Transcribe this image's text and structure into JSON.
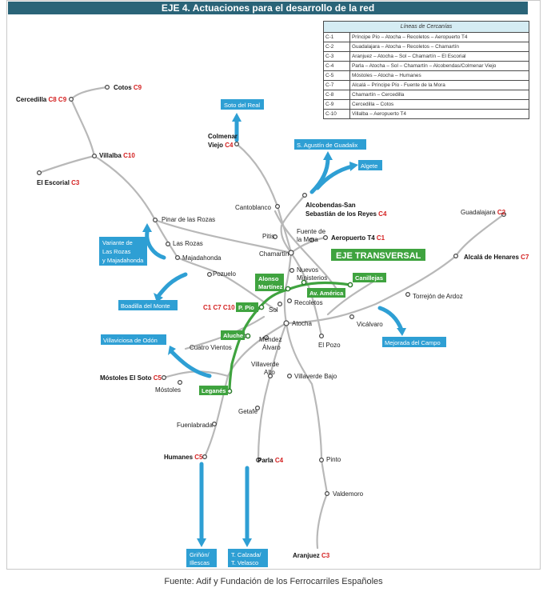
{
  "title": "EJE 4. Actuaciones para el desarrollo de la red",
  "legend": {
    "heading": "Líneas de Cercanías",
    "lines": [
      {
        "code": "C-1",
        "route": "Príncipe Pío – Atocha – Recoletos – Aeropuerto T4"
      },
      {
        "code": "C-2",
        "route": "Guadalajara – Atocha – Recoletos – Chamartín"
      },
      {
        "code": "C-3",
        "route": "Aranjuez – Atocha – Sol – Chamartín – El Escorial"
      },
      {
        "code": "C-4",
        "route": "Parla – Atocha – Sol – Chamartín – Alcobendas/Colmenar Viejo"
      },
      {
        "code": "C-5",
        "route": "Móstoles – Atocha – Humanes"
      },
      {
        "code": "C-7",
        "route": "Alcalá – Príncipe Pío - Fuente de la Mora"
      },
      {
        "code": "C-8",
        "route": "Chamartín – Cercedilla"
      },
      {
        "code": "C-9",
        "route": "Cercedilla – Cotos"
      },
      {
        "code": "C-10",
        "route": "Villalba – Aeropuerto T4"
      }
    ]
  },
  "stations": {
    "cotos": "Cotos",
    "cotos_line": "C9",
    "cercedilla": "Cercedilla",
    "cercedilla_lines": "C8 C9",
    "villalba": "Villalba",
    "villalba_line": "C10",
    "escorial": "El Escorial",
    "escorial_line": "C3",
    "colmenar_1": "Colmenar",
    "colmenar_2": "Viejo",
    "colmenar_line": "C4",
    "cantoblanco": "Cantoblanco",
    "alcobendas_1": "Alcobendas-San",
    "alcobendas_2": "Sebastián de los Reyes",
    "alcobendas_line": "C4",
    "pinar": "Pinar de las Rozas",
    "las_rozas": "Las Rozas",
    "majadahonda": "Majadahonda",
    "pozuelo": "Pozuelo",
    "pitis": "Pitis",
    "fuente_mora_1": "Fuente de",
    "fuente_mora_2": "la Mora",
    "aeropuerto": "Aeropuerto T4",
    "aeropuerto_line": "C1",
    "chamartin": "Chamartín",
    "nuevos_1": "Nuevos",
    "nuevos_2": "Ministerios",
    "guadalajara": "Guadalajara",
    "guadalajara_line": "C2",
    "alcala": "Alcalá de Henares",
    "alcala_line": "C7",
    "ppio_lines": "C1 C7 C10",
    "sol": "Sol",
    "recoletos": "Recoletos",
    "atocha": "Atocha",
    "torrejon": "Torrejón de Ardoz",
    "vicalvaro": "Vicálvaro",
    "el_pozo": "El Pozo",
    "cuatro_vientos": "Cuatro Vientos",
    "mendez_1": "Méndez",
    "mendez_2": "Álvaro",
    "villaverde_alto_1": "Villaverde",
    "villaverde_alto_2": "Alto",
    "villaverde_bajo": "Villaverde Bajo",
    "mostoles_soto": "Móstoles El Soto",
    "mostoles_soto_line": "C5",
    "mostoles": "Móstoles",
    "getafe": "Getafe",
    "fuenlabrada": "Fuenlabrada",
    "humanes": "Humanes",
    "humanes_line": "C5",
    "parla": "Parla",
    "parla_line": "C4",
    "pinto": "Pinto",
    "valdemoro": "Valdemoro",
    "aranjuez": "Aranjuez",
    "aranjuez_line": "C3"
  },
  "blue_labels": {
    "soto_real": "Soto del Real",
    "s_agustin": "S. Agustín de Guadalix",
    "algete": "Algete",
    "variante_1": "Variante de",
    "variante_2": "Las Rozas",
    "variante_3": "y Majadahonda",
    "boadilla": "Boadilla del Monte",
    "villaviciosa": "Villaviciosa de Odón",
    "mejorada": "Mejorada del Campo",
    "grinon_1": "Griñón/",
    "grinon_2": "Illescas",
    "tcalzada_1": "T. Calzada/",
    "tcalzada_2": "T. Velasco"
  },
  "eje": {
    "title": "EJE TRANSVERSAL",
    "stations": {
      "canillejas": "Canillejas",
      "av_america": "Av. América",
      "alonso_1": "Alonso",
      "alonso_2": "Martínez",
      "p_pio": "P. Pío",
      "aluche": "Aluche",
      "leganes": "Leganés"
    }
  },
  "colors": {
    "network": "#b8b8b8",
    "eje": "#3fa33f",
    "proposal": "#2e9fd4",
    "title_bar": "#2a6478",
    "line_code": "#d42020"
  },
  "caption": "Fuente: Adif y Fundación de los Ferrocarriles Españoles"
}
